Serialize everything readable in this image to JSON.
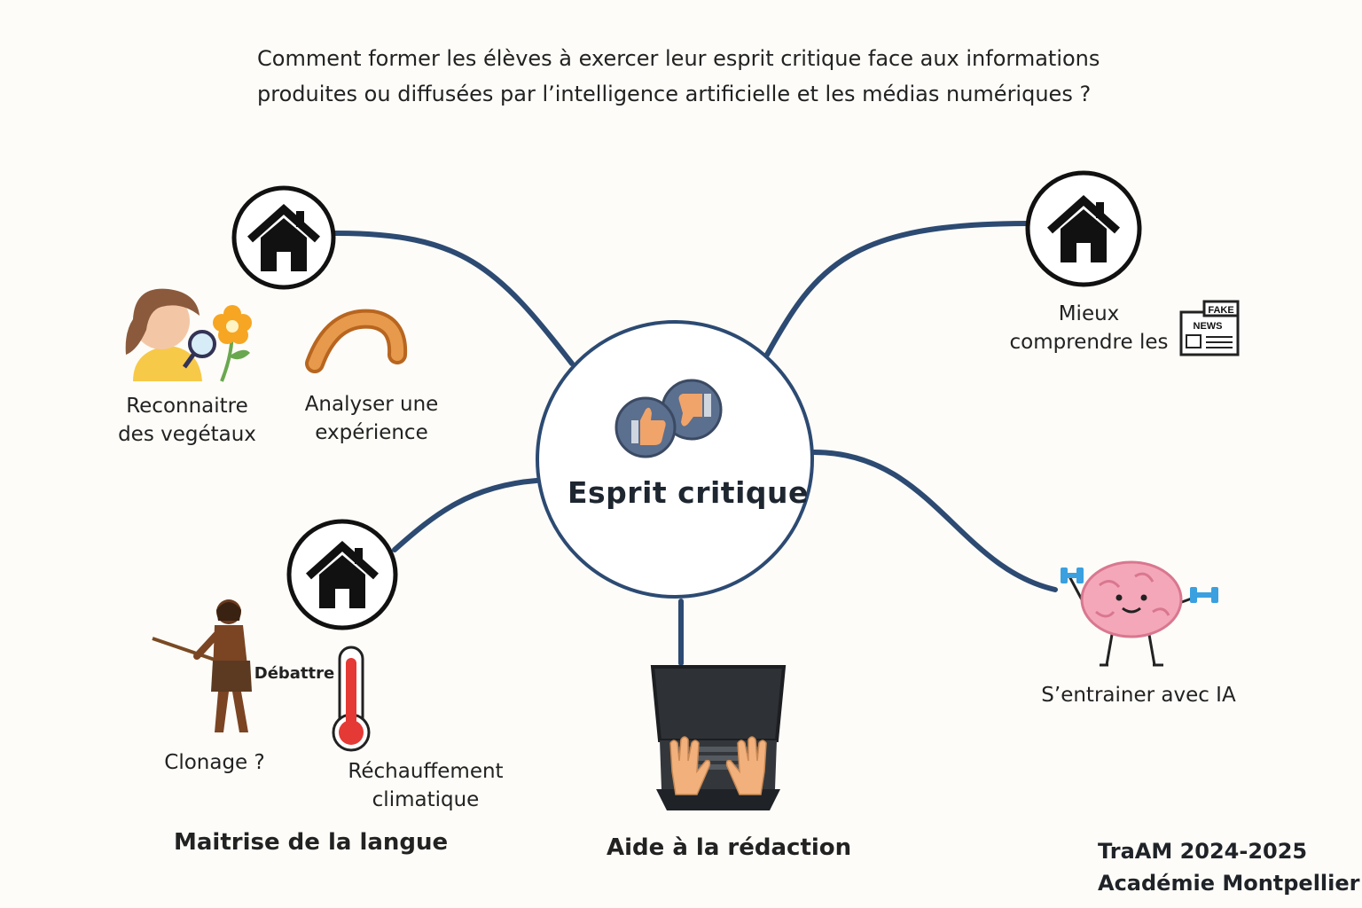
{
  "question": {
    "line1": "Comment former les élèves à exercer leur esprit critique face aux informations",
    "line2": "produites ou diffusées par l’intelligence artificielle et les médias numériques ?"
  },
  "center": {
    "title": "Esprit critique"
  },
  "branches": {
    "vegetaux": {
      "line1": "Reconnaitre",
      "line2": "des vegétaux"
    },
    "experience": {
      "line1": "Analyser une",
      "line2": "expérience"
    },
    "fake_news": {
      "line1": "Mieux",
      "line2": "comprendre les",
      "badge_top": "FAKE",
      "badge_bottom": "NEWS"
    },
    "ia": {
      "label": "S’entrainer avec IA"
    },
    "debattre": {
      "label": "Débattre"
    },
    "clonage": {
      "label": "Clonage ?"
    },
    "rechauffement": {
      "line1": "Réchauffement",
      "line2": "climatique"
    },
    "langue": {
      "label": "Maitrise de la langue"
    },
    "redaction": {
      "label": "Aide à la rédaction"
    }
  },
  "footer": {
    "line1": "TraAM 2024-2025",
    "line2": "Académie Montpellier"
  },
  "colors": {
    "connector": "#2c4a72",
    "accent_red": "#e53935",
    "thumb_circle": "#5b6f8f",
    "brain": "#f4a7b9",
    "dumbbell": "#3aa0e0"
  },
  "icons": [
    "house-icon",
    "thumbs-up-down-icon",
    "magnifier-girl-icon",
    "flower-icon",
    "worm-icon",
    "newspaper-icon",
    "brain-icon",
    "thermometer-icon",
    "prehistoric-man-icon",
    "laptop-icon"
  ]
}
